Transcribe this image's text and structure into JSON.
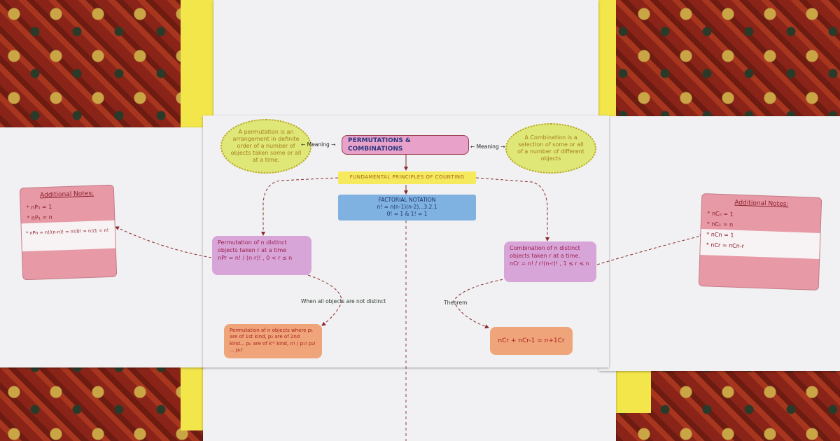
{
  "map": {
    "title": "PERMUTATIONS & COMBINATIONS",
    "meaning_left": "← Meaning →",
    "meaning_right": "← Meaning →",
    "permutation_def": "A permutation is an arrangement in definite order of a number of objects taken some or all at a time.",
    "combination_def": "A Combination is a selection of some or all of a number of different objects",
    "fundamental": "FUNDAMENTAL PRINCIPLES OF COUNTING",
    "factorial": {
      "title": "FACTORIAL NOTATION",
      "line1": "n! = n(n-1)(n-2)...3.2.1",
      "line2": "0! = 1  &  1! = 1"
    },
    "permutation_box": {
      "text": "Permutation of n distinct objects taken r at a time",
      "formula": "nPr = n! / (n-r)! ,  0 < r ≤ n"
    },
    "combination_box": {
      "text": "Combination of n distinct objects taken r at a time.",
      "formula": "nCr = n! / r!(n-r)! ,  1 ≤ r ≤ n"
    },
    "not_distinct_label": "When all objects are not distinct",
    "theorem_label": "Theorem",
    "not_distinct_box": "Permutation of n objects where p₁ are of 1st kind, p₂ are of 2nd kind... pₖ are of kᵗʰ kind, n! / p₁! p₂! ... pₖ!",
    "theorem_box": "nCr + nCr-1 = n+1Cr"
  },
  "left_notes": {
    "title": "Additional Notes:",
    "items": [
      "* nP₀ = 1",
      "* nP₁ = n",
      "* nPn = n!/(n-n)! = n!/0! = n!/1 = n!"
    ]
  },
  "right_notes": {
    "title": "Additional Notes:",
    "items": [
      "* nC₀ = 1",
      "* nC₁ = n",
      "* nCn = 1",
      "* nCr = nCn-r"
    ]
  },
  "colors": {
    "title_box": "#e8a2c9",
    "definitions": "#dfe877",
    "fundamental": "#f5e95e",
    "factorial": "#7fb2e0",
    "formula_boxes": "#d8a5d8",
    "result_boxes": "#f0a47a",
    "notes": "#e79aa6",
    "folder": "#f2e64a"
  }
}
